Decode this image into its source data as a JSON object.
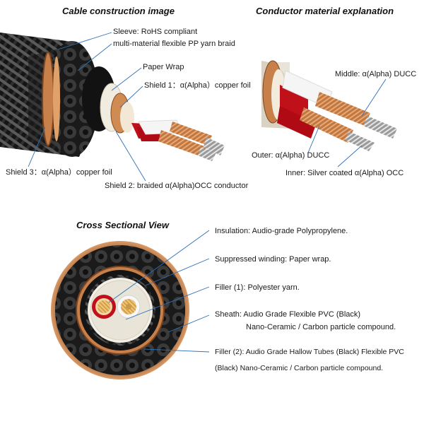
{
  "headings": {
    "construction": "Cable construction image",
    "conductor": "Conductor material explanation",
    "cross_section": "Cross Sectional View"
  },
  "construction_labels": {
    "sleeve": "Sleeve: RoHS compliant",
    "braid": "multi-material flexible PP yarn braid",
    "paper_wrap": "Paper Wrap",
    "shield1": "Shield 1：α(Alpha）copper foil",
    "shield3": "Shield 3：α(Alpha）copper foil",
    "shield2": "Shield 2: braided α(Alpha)OCC conductor"
  },
  "conductor_labels": {
    "middle": "Middle: α(Alpha) DUCC",
    "outer": "Outer: α(Alpha) DUCC",
    "inner": "Inner: Silver coated α(Alpha) OCC"
  },
  "cross_labels": {
    "insulation": "Insulation: Audio-grade Polypropylene.",
    "winding": "Suppressed winding: Paper wrap.",
    "filler1": "Filler (1): Polyester yarn.",
    "sheath_l1": "Sheath: Audio Grade Flexible PVC (Black)",
    "sheath_l2": "Nano-Ceramic / Carbon particle compound.",
    "filler2_l1": "Filler (2): Audio Grade Hallow Tubes (Black) Flexible PVC",
    "filler2_l2": "(Black) Nano-Ceramic / Carbon particle compound."
  },
  "colors": {
    "copper": "#c8804a",
    "red_insulation": "#c0101a",
    "callout_line": "#2f6fb5",
    "jacket": "#1e1e1e"
  }
}
